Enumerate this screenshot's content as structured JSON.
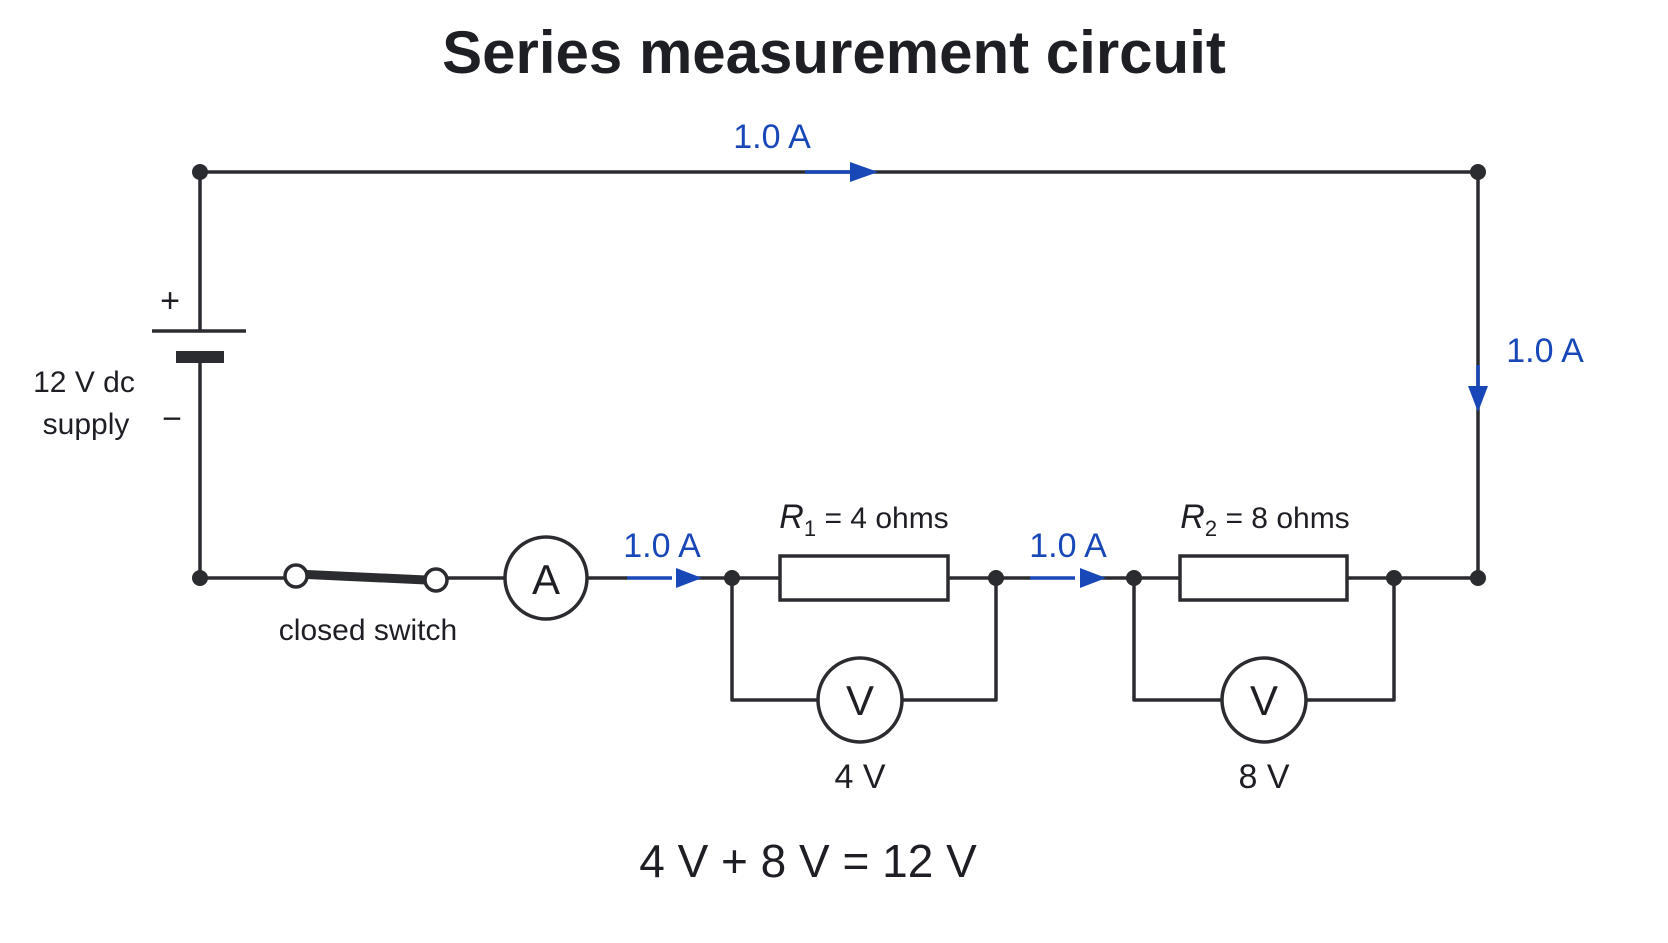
{
  "title": "Series measurement circuit",
  "supply": {
    "label_line1": "12 V dc",
    "label_line2": "supply",
    "plus": "+",
    "minus": "−"
  },
  "currents": {
    "top": "1.0 A",
    "right": "1.0 A",
    "after_ammeter": "1.0 A",
    "between_resistors": "1.0 A"
  },
  "switch": {
    "label": "closed switch"
  },
  "ammeter": {
    "symbol": "A"
  },
  "resistor1": {
    "name": "R",
    "subscript": "1",
    "value": " = 4 ohms"
  },
  "resistor2": {
    "name": "R",
    "subscript": "2",
    "value": " = 8 ohms"
  },
  "voltmeter1": {
    "symbol": "V",
    "reading": "4 V"
  },
  "voltmeter2": {
    "symbol": "V",
    "reading": "8 V"
  },
  "equation": "4 V + 8 V = 12 V",
  "colors": {
    "current": "#1847b8",
    "wire": "#2b2c30",
    "text": "#1e1f24"
  }
}
